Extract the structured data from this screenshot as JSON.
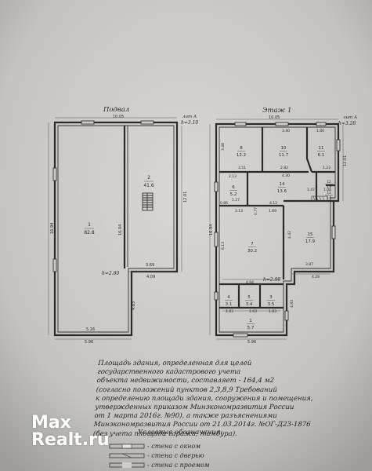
{
  "floors": {
    "basement": {
      "title": "Подвал",
      "height_top": "h=3.10",
      "height_mark": "h=2.80",
      "axis": "лит А",
      "dims": {
        "top": "10.05",
        "left_side": "16.94",
        "bottom": "5.96",
        "bottom_inner": "5.16",
        "r2_bottom": "3.69",
        "r2_outer": "4.09",
        "r2_right": "12.01",
        "r2_mid": "16.04",
        "step": "4.83"
      },
      "rooms": [
        {
          "no": "1",
          "area": "82.8"
        },
        {
          "no": "2",
          "area": "41.6"
        }
      ]
    },
    "first": {
      "title": "Этаж 1",
      "height_top": "h=3.28",
      "height_mark": "h=2.98",
      "axis": "лит А",
      "dims": {
        "top": "10.05",
        "bottom": "5.96",
        "left": "16.94",
        "right": "12.01",
        "d340": "3.40",
        "d180": "1.80",
        "d348": "3.48",
        "d351": "3.51",
        "d282": "2.82",
        "d123": "1.23",
        "d430": "4.30",
        "d213": "2.13",
        "d147": "1.47",
        "d108": "1.08",
        "d127": "1.27",
        "d086": "0.86",
        "d412": "4.12",
        "d077": "0.77",
        "d169": "1.69",
        "d313": "3.13",
        "d442": "4.42",
        "d387": "3.87",
        "d613": "6.13",
        "d429": "4.29",
        "d494": "4.94",
        "d183": "1.83",
        "d163": "1.63",
        "d183b": "1.83",
        "d483": "4.83"
      },
      "rooms": [
        {
          "no": "8",
          "area": "12.2"
        },
        {
          "no": "10",
          "area": "11.7"
        },
        {
          "no": "11",
          "area": "6.1"
        },
        {
          "no": "14",
          "area": "13.6"
        },
        {
          "no": "6",
          "area": "5.2"
        },
        {
          "no": "12",
          "area": "1.9"
        },
        {
          "no": "13",
          "area": "1.6"
        },
        {
          "no": "7",
          "area": "30.2"
        },
        {
          "no": "15",
          "area": "17.9"
        },
        {
          "no": "4",
          "area": "3.1"
        },
        {
          "no": "5",
          "area": "3.4"
        },
        {
          "no": "3",
          "area": "3.5"
        },
        {
          "no": "1",
          "area": "5.7"
        }
      ]
    }
  },
  "note_lines": [
    "Площадь здания, определенная для целей",
    "государственного кадастрового учета",
    "объекта недвижимости, составляет - 164,4 м2",
    "(согласно положений пунктов 2,3,8,9 Требований",
    "к определению площади здания, сооружения и помещения,",
    "утвержденных приказом Минэкономразвития России",
    "от 1 марта 2016г. №90), а также разъяснениями",
    "Минэкономразвития России от 21.03.2014г. №ОГ-Д23-1876",
    "(без учета площади гаража, тамбура)."
  ],
  "legend": {
    "title": "Условные обозначения:",
    "items": [
      {
        "label": "- стена с окном"
      },
      {
        "label": "- стена с дверью"
      },
      {
        "label": "- стена с проемом"
      }
    ]
  },
  "watermark": {
    "line1": "Max",
    "line2": "Realt.ru"
  }
}
